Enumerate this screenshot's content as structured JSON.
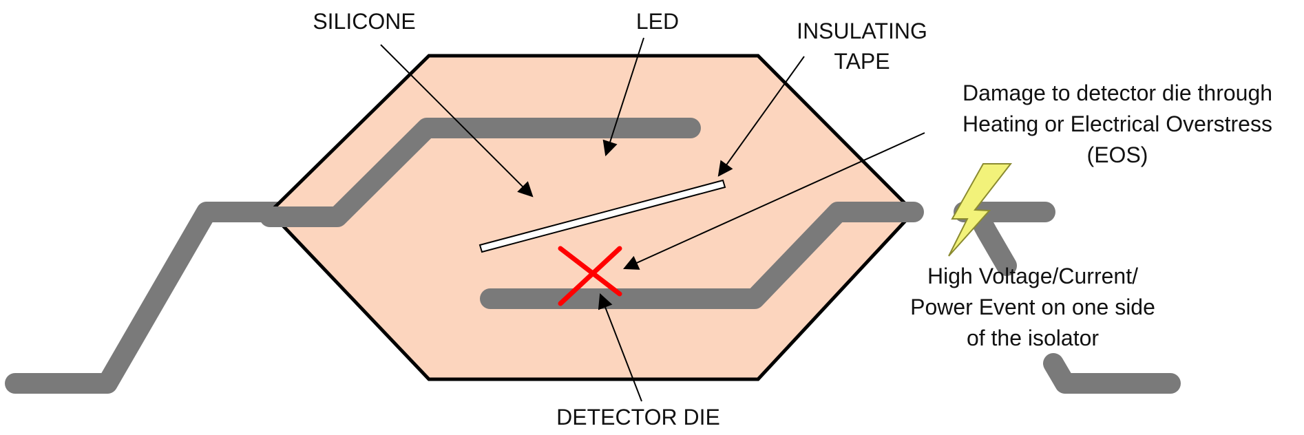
{
  "labels": {
    "silicone": "SILICONE",
    "led": "LED",
    "insulating_tape_line1": "INSULATING",
    "insulating_tape_line2": "TAPE",
    "damage_line1": "Damage to detector die through",
    "damage_line2": "Heating or Electrical Overstress",
    "damage_line3": "(EOS)",
    "event_line1": "High Voltage/Current/",
    "event_line2": "Power Event on one side",
    "event_line3": "of the isolator",
    "detector_die": "DETECTOR DIE"
  },
  "colors": {
    "package_fill": "#FCD5BE",
    "package_stroke": "#000000",
    "lead": "#7A7A7A",
    "damage_mark": "#FF0000",
    "lightning_fill": "#F2F27A",
    "lightning_stroke": "#8A8A30",
    "tape_fill": "#FFFFFF"
  },
  "icons": {
    "damage_mark": "red-x-icon",
    "power_event": "lightning-bolt-icon"
  }
}
